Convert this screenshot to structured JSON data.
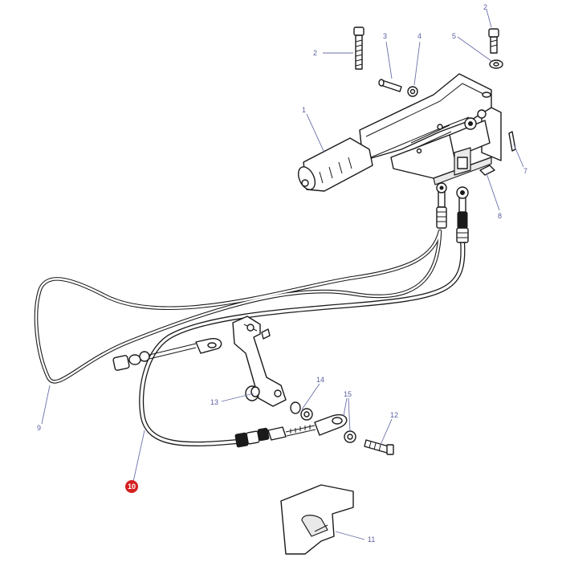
{
  "callouts": {
    "c1": "1",
    "c2a": "2",
    "c2b": "2",
    "c3": "3",
    "c4": "4",
    "c5": "5",
    "c7": "7",
    "c8": "8",
    "c9": "9",
    "c10": "10",
    "c11": "11",
    "c12": "12",
    "c13": "13",
    "c14": "14",
    "c15": "15"
  },
  "highlighted_callout": "c10",
  "colors": {
    "callout_text": "#5a5fa0",
    "leader_line": "#6a6fa8",
    "highlight": "#d42020",
    "line_art": "#1a1a1a"
  }
}
